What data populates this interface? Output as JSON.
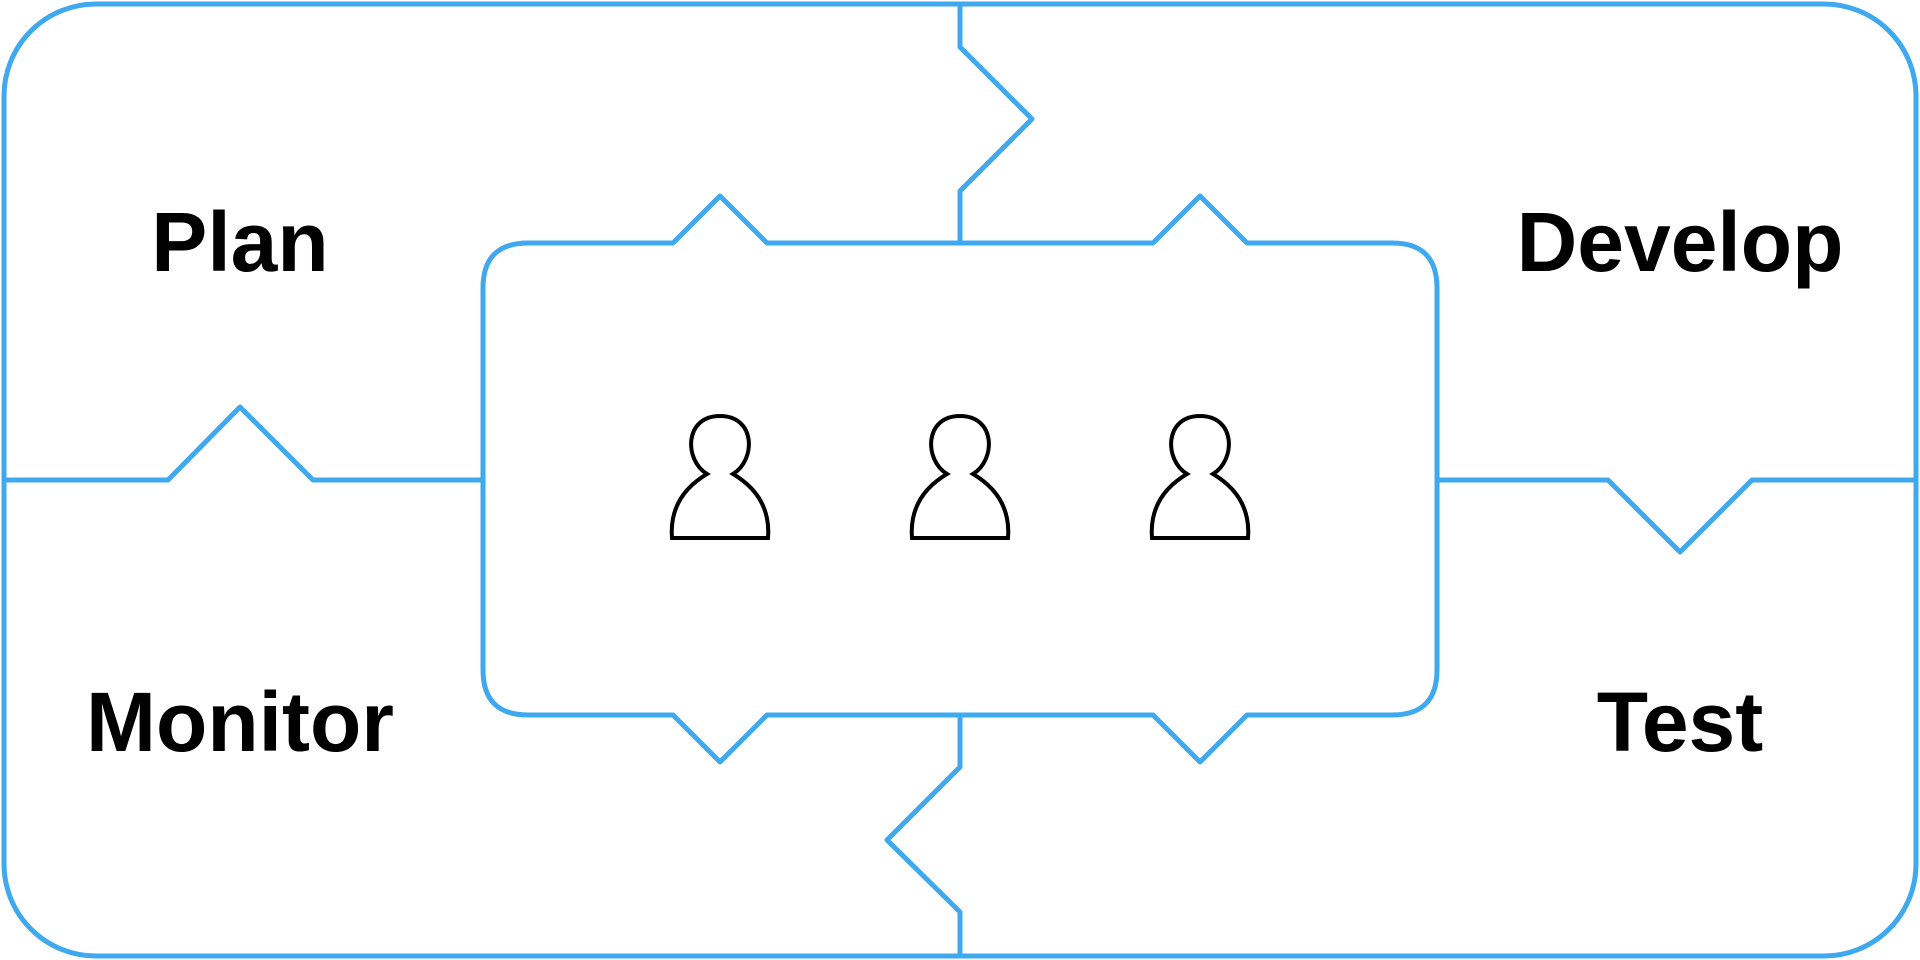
{
  "colors": {
    "outline": "#3fa9f0",
    "text": "#000000",
    "background": "#ffffff"
  },
  "quadrants": {
    "top_left": {
      "label": "Plan"
    },
    "top_right": {
      "label": "Develop"
    },
    "bottom_left": {
      "label": "Monitor"
    },
    "bottom_right": {
      "label": "Test"
    }
  },
  "center": {
    "icons": [
      "person-icon",
      "person-icon",
      "person-icon"
    ]
  }
}
